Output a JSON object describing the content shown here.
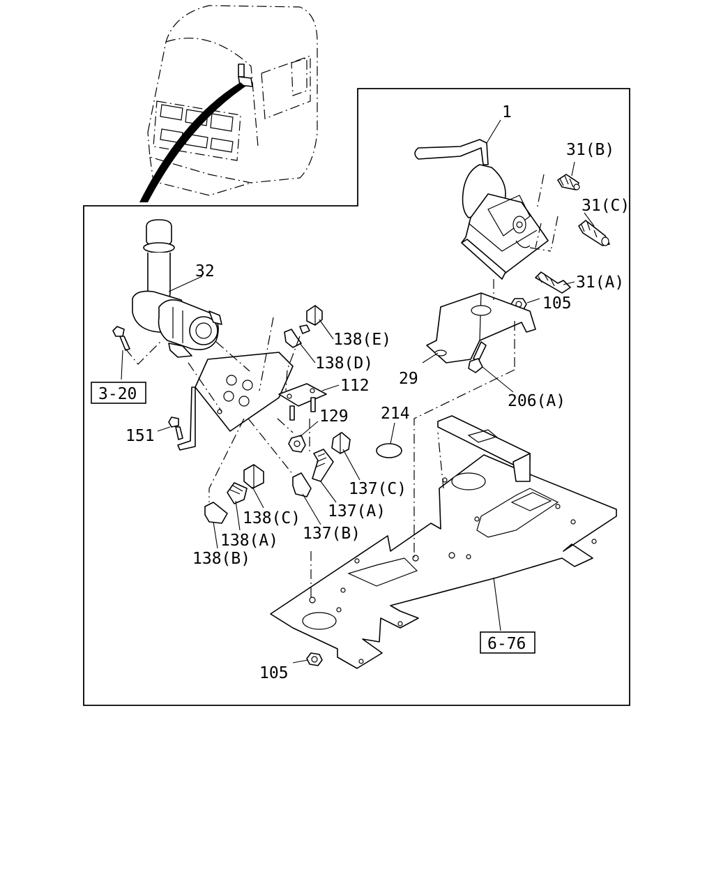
{
  "diagram": {
    "callouts": [
      {
        "id": "1",
        "text": "1"
      },
      {
        "id": "31b",
        "text": "31(B)"
      },
      {
        "id": "31c",
        "text": "31(C)"
      },
      {
        "id": "31a",
        "text": "31(A)"
      },
      {
        "id": "105t",
        "text": "105"
      },
      {
        "id": "32",
        "text": "32"
      },
      {
        "id": "138e",
        "text": "138(E)"
      },
      {
        "id": "138d",
        "text": "138(D)"
      },
      {
        "id": "112",
        "text": "112"
      },
      {
        "id": "29",
        "text": "29"
      },
      {
        "id": "206a",
        "text": "206(A)"
      },
      {
        "id": "214",
        "text": "214"
      },
      {
        "id": "129",
        "text": "129"
      },
      {
        "id": "151",
        "text": "151"
      },
      {
        "id": "137c",
        "text": "137(C)"
      },
      {
        "id": "137a",
        "text": "137(A)"
      },
      {
        "id": "137b",
        "text": "137(B)"
      },
      {
        "id": "138c",
        "text": "138(C)"
      },
      {
        "id": "138a",
        "text": "138(A)"
      },
      {
        "id": "138b",
        "text": "138(B)"
      },
      {
        "id": "105b",
        "text": "105"
      }
    ],
    "references": [
      {
        "id": "3-20",
        "text": "3-20"
      },
      {
        "id": "6-76",
        "text": "6-76"
      }
    ]
  }
}
